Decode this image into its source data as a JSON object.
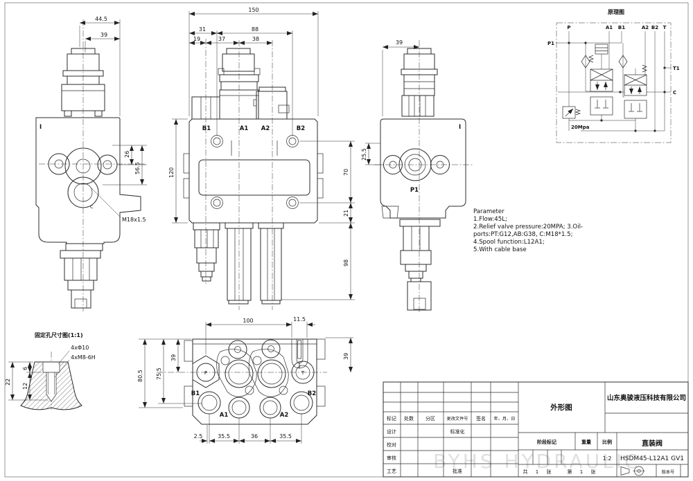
{
  "sheet": {
    "watermark": "BYHS HYDRAULIC"
  },
  "left_view": {
    "dim_44_5": "44.5",
    "dim_39": "39",
    "dim_26": "26",
    "dim_56_5": "56.5",
    "thread_label": "M18x1.5",
    "port_c": "C",
    "section_mark": "I"
  },
  "front_view": {
    "dim_150": "150",
    "dim_31": "31",
    "dim_88": "88",
    "dim_19": "19",
    "dim_37": "37",
    "dim_38": "38",
    "dim_120": "120",
    "dim_70": "70",
    "dim_21": "21",
    "dim_98": "98",
    "port_b1": "B1",
    "port_a1": "A1",
    "port_a2": "A2",
    "port_b2": "B2"
  },
  "right_view": {
    "dim_39": "39",
    "dim_25_5": "25.5",
    "port_p1": "P1",
    "section_mark": "I"
  },
  "schematic": {
    "title": "原理图",
    "port_p": "P",
    "port_a1": "A1",
    "port_b1": "B1",
    "port_a2": "A2",
    "port_b2": "B2",
    "port_t": "T",
    "port_p1": "P1",
    "port_t1": "T1",
    "port_c": "C",
    "pressure": "20Mpa"
  },
  "parameters": {
    "title": "Parameter",
    "line1": "1.Flow:45L;",
    "line2": "2.Relief valve pressure:20MPA; 3.Oil-",
    "line3": "ports:PT:G12,AB:G38,  C:M18*1.5;",
    "line4": "4.Spool function:L12A1;",
    "line5": "5.With cable base"
  },
  "fixing_hole": {
    "title": "固定孔尺寸图(1:1)",
    "label_phi": "4xΦ10",
    "label_thread": "4xM8-6H",
    "dim_22": "22",
    "dim_12": "12",
    "dim_6": "6"
  },
  "bottom_view": {
    "dim_100": "100",
    "dim_11_5": "11.5",
    "dim_80_5": "80.5",
    "dim_75_5": "75.5",
    "dim_39_left": "39",
    "dim_39_right": "39",
    "dim_2_5": "2.5",
    "dim_35_5_a": "35.5",
    "dim_36": "36",
    "dim_35_5_b": "35.5",
    "port_p": "P",
    "port_t": "T",
    "port_b1": "B1",
    "port_a1": "A1",
    "port_a2": "A2",
    "port_b2": "B2"
  },
  "title_block": {
    "company": "山东奥骏液压科技有限公司",
    "drawing_title": "外形图",
    "product_name": "直装阀",
    "model": "HSDM45-L12A1 GV1",
    "col_mark": "标记",
    "col_count": "处数",
    "col_zone": "分区",
    "col_doc_no": "更改文件号",
    "col_sign": "签名",
    "col_date": "年、月、日",
    "row_design": "设计",
    "row_check": "校对",
    "row_review": "审核",
    "row_process": "工艺",
    "cell_standard": "标准化",
    "cell_approve": "批准",
    "stage_label": "阶段标记",
    "weight_label": "重量",
    "scale_label": "比例",
    "scale_value": "1:2",
    "sheet_total_prefix": "共",
    "sheet_total_num": "1",
    "sheet_unit1": "张",
    "sheet_no_prefix": "第",
    "sheet_no_num": "1",
    "sheet_unit2": "张",
    "version_label": "版本号"
  }
}
